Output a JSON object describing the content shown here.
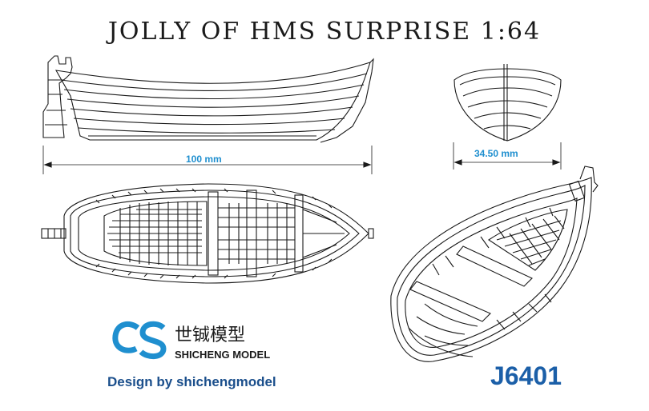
{
  "title": "JOLLY OF HMS SURPRISE 1:64",
  "dimensions": {
    "length": "100 mm",
    "beam": "34.50 mm"
  },
  "brand": {
    "logo_icon": "cs-logo-icon",
    "chinese_name": "世铖模型",
    "english_name": "SHICHENG MODEL",
    "logo_color": "#1f8fcf"
  },
  "design_credit": "Design by shichengmodel",
  "model_code": "J6401",
  "colors": {
    "line": "#1a1a1a",
    "dimension": "#1f8fcf",
    "code": "#1b5fa8"
  }
}
